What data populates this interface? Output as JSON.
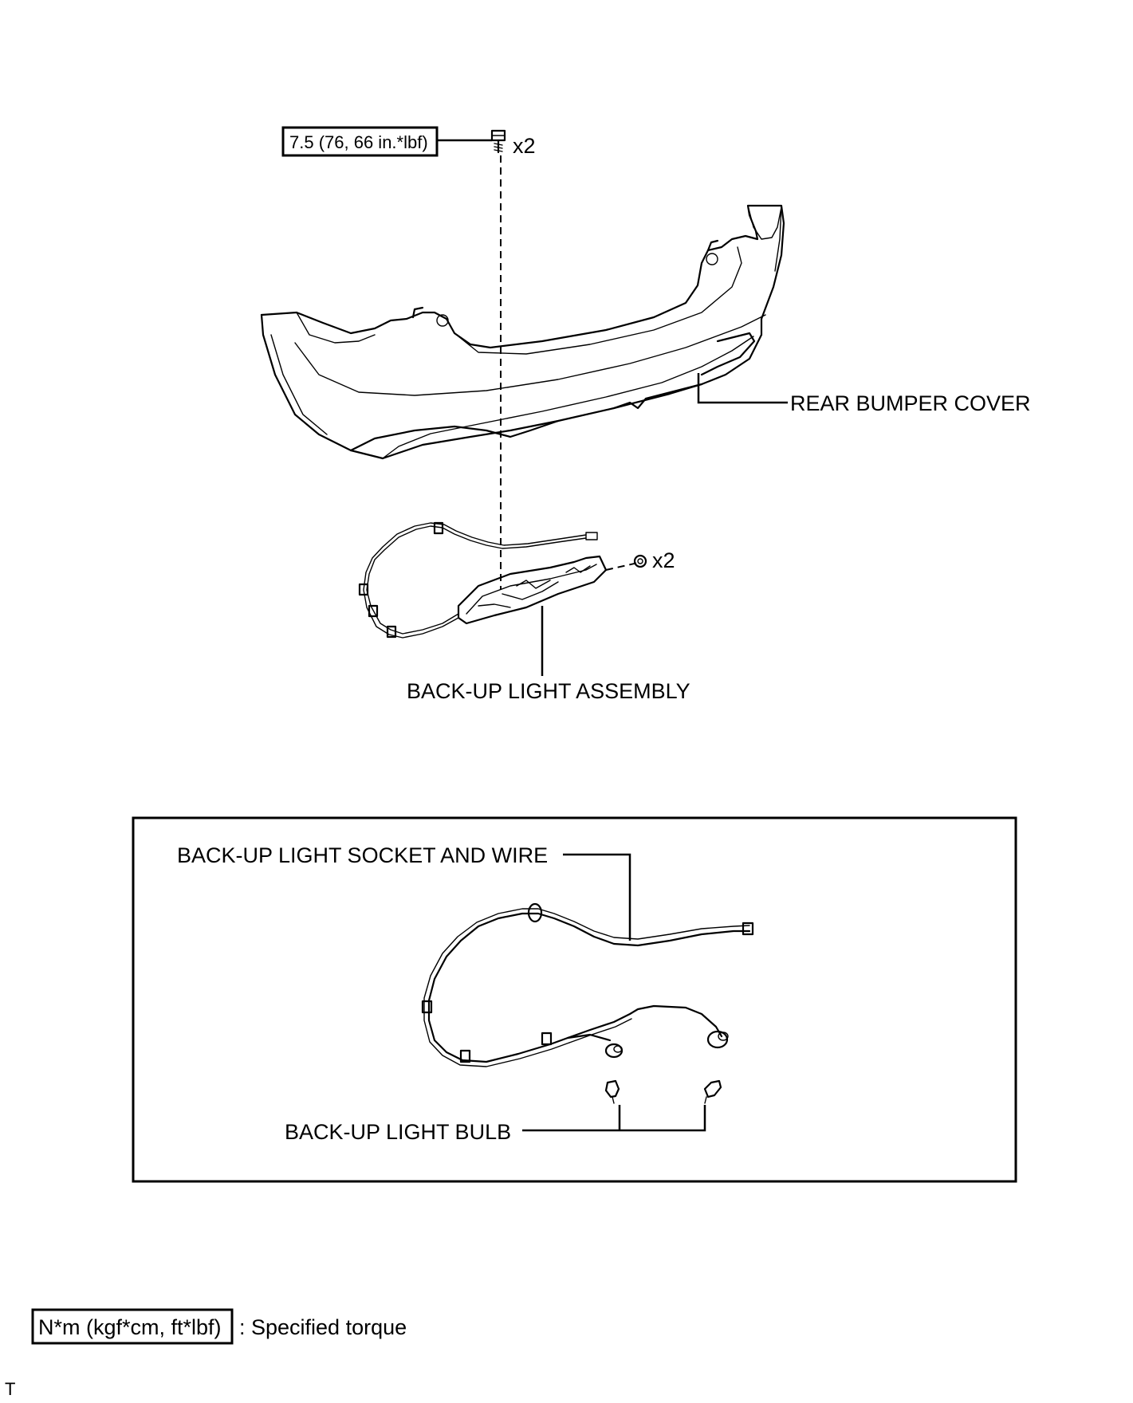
{
  "top_view": {
    "torque_callout": {
      "text": "7.5 (76, 66 in.*lbf)"
    },
    "bolt_quantity": "x2",
    "clip_quantity": "x2",
    "labels": {
      "rear_bumper_cover": "REAR BUMPER COVER",
      "backup_light_assembly": "BACK-UP LIGHT ASSEMBLY"
    },
    "icons": [
      "bolt-icon",
      "clip-icon",
      "rear-bumper-cover-drawing",
      "backup-light-assembly-drawing"
    ]
  },
  "detail_view": {
    "labels": {
      "socket_and_wire": "BACK-UP LIGHT SOCKET AND WIRE",
      "bulb": "BACK-UP LIGHT BULB"
    },
    "icons": [
      "wire-harness-drawing",
      "bulb-icon"
    ]
  },
  "legend": {
    "box_text": "N*m (kgf*cm, ft*lbf)",
    "description": ": Specified torque"
  },
  "page_mark": "T"
}
